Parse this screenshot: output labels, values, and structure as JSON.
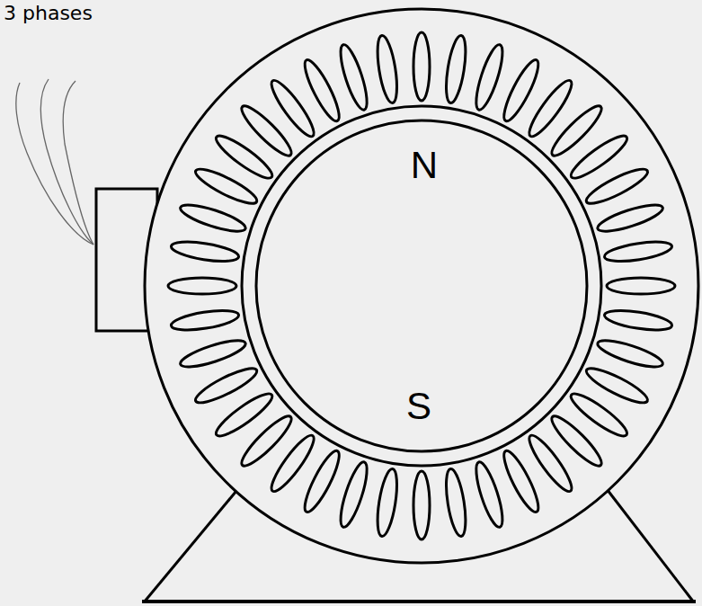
{
  "diagram": {
    "nodes": [
      {
        "text": [
          "N",
          "S"
        ]
      }
    ],
    "labels": [
      "3 phases"
    ]
  }
}
